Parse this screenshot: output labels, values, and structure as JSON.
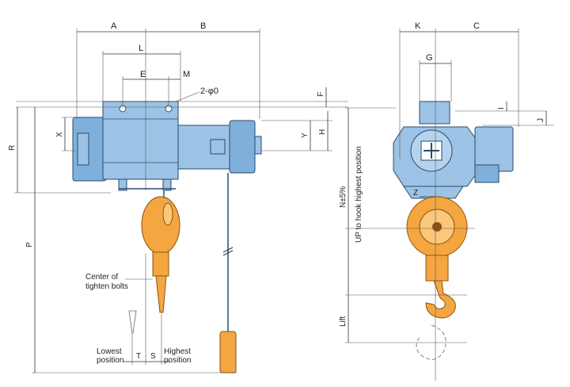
{
  "labels": {
    "A": "A",
    "B": "B",
    "L": "L",
    "E": "E",
    "M": "M",
    "holes": "2-φ0",
    "F": "F",
    "X": "X",
    "R": "R",
    "Y": "Y",
    "H": "H",
    "P": "P",
    "T": "T",
    "S": "S",
    "K": "K",
    "C": "C",
    "G": "G",
    "I": "I",
    "J": "J",
    "Z": "Z",
    "lift": "Lift",
    "n_tol": "N±5%",
    "up_to_hook": "UP to hook highest position",
    "center_bolts_1": "Center of",
    "center_bolts_2": "tighten bolts",
    "lowest_1": "Lowest",
    "lowest_2": "position",
    "highest_1": "Highest",
    "highest_2": "position"
  },
  "colors": {
    "body": "#9cc3e6",
    "hook": "#f4a640",
    "outline": "#2a4a6a"
  }
}
